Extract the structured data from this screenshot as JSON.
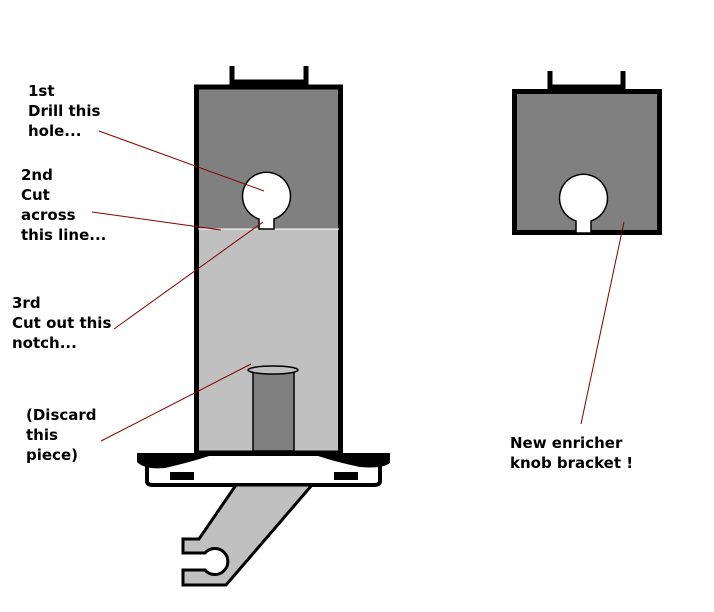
{
  "colors": {
    "background": "#ffffff",
    "outline": "#000000",
    "dark_gray": "#808080",
    "light_gray": "#c0c0c0",
    "leader_line": "#800000"
  },
  "steps": {
    "step1": {
      "line1": "1st",
      "line2": "Drill this",
      "line3": "hole..."
    },
    "step2": {
      "line1": "2nd",
      "line2": "Cut",
      "line3": "across",
      "line4": "this line..."
    },
    "step3": {
      "line1": "3rd",
      "line2": "Cut out this",
      "line3": "notch..."
    },
    "discard": {
      "line1": "(Discard",
      "line2": "this",
      "line3": "piece)"
    }
  },
  "result": {
    "line1": "New enricher",
    "line2": "knob bracket !"
  }
}
